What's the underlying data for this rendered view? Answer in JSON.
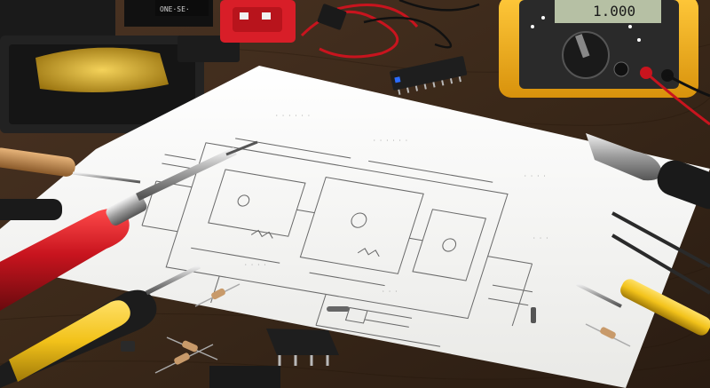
{
  "scene": {
    "description_tags": [
      "electronics-workbench",
      "circuit-schematic",
      "soldering-iron",
      "multimeter",
      "screwdrivers",
      "resistors",
      "integrated-circuit"
    ],
    "colors": {
      "wood_dark": "#2e1f14",
      "wood_light": "#5b3e2a",
      "paper": "#f4f4f2",
      "schematic_ink": "#6a6a6a",
      "multimeter_body": "#f2b51a",
      "multimeter_face": "#2a2a2a",
      "handle_red": "#c8141e",
      "handle_yellow": "#f2c21a",
      "handle_black": "#1a1a1a",
      "solder_gold": "#d4a62a"
    }
  },
  "multimeter": {
    "display_value": "1.000"
  },
  "parts": {
    "chip_label": "",
    "ic_front_label": ""
  }
}
